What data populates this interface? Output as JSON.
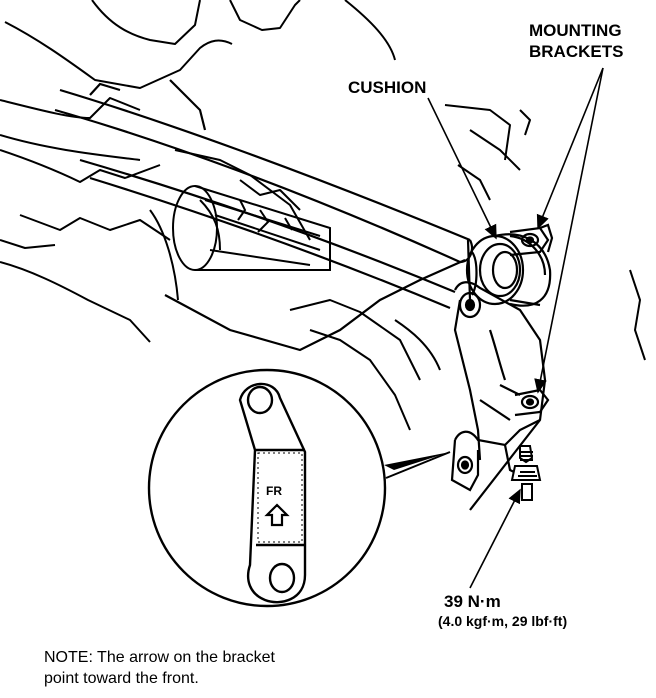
{
  "labels": {
    "mounting_brackets_line1": "MOUNTING",
    "mounting_brackets_line2": "BRACKETS",
    "cushion": "CUSHION",
    "torque_metric": "39 N·m",
    "torque_alt": "(4.0 kgf·m, 29 lbf·ft)",
    "bracket_mark": "FR"
  },
  "note": {
    "line1": "NOTE:  The arrow on the bracket",
    "line2": "point toward the front."
  },
  "icons": {
    "bracket_arrow": "up-arrow-icon"
  },
  "colors": {
    "ink": "#000000",
    "paper": "#ffffff"
  }
}
